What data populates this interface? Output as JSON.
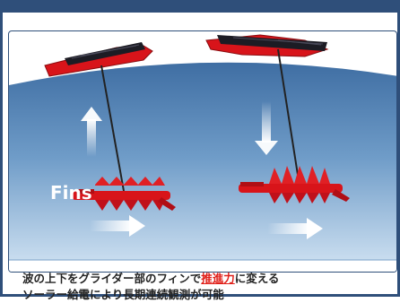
{
  "labels": {
    "fins": "Fins"
  },
  "caption": {
    "line1_pre": "波の上下をグライダー部のフィンで",
    "line1_highlight": "推進力",
    "line1_post": "に変える",
    "line2": "ソーラー給電により長期連続観測が可能"
  },
  "colors": {
    "border": "#2f4f7a",
    "water_top": "#3e6ea5",
    "water_bottom": "#cfe1f2",
    "vehicle_red": "#d8141a",
    "highlight": "#e0201a"
  },
  "icons": [
    "arrow-up-icon",
    "arrow-down-icon",
    "arrow-right-icon"
  ]
}
